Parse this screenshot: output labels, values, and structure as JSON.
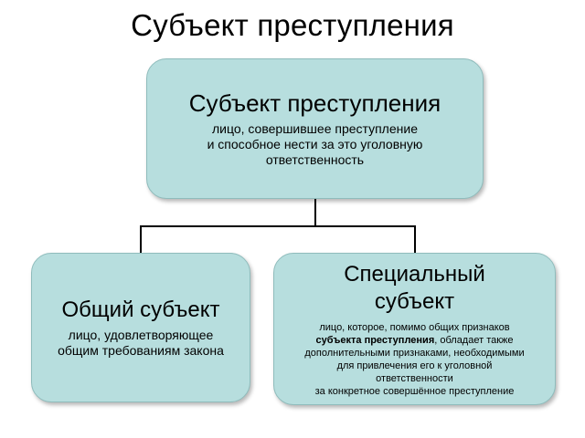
{
  "page": {
    "title": "Субъект преступления"
  },
  "top_node": {
    "title": "Субъект преступления",
    "description": "лицо, совершившее преступление\nи способное нести за это уголовную\nответственность"
  },
  "general_subject": {
    "title": "Общий субъект",
    "description": "лицо, удовлетворяющее\nобщим требованиям закона"
  },
  "special_subject": {
    "title_line1": "Специальный",
    "title_line2": "субъект",
    "desc_line1": "лицо, которое, помимо общих признаков",
    "desc_bold": "субъекта преступления",
    "desc_after_bold": ", обладает также",
    "desc_line3": "дополнительными признаками, необходимыми",
    "desc_line4": "для привлечения его к уголовной",
    "desc_line5": "ответственности",
    "desc_line6": "за конкретное совершённое преступление"
  },
  "colors": {
    "node_fill": "#b7dede",
    "node_border": "#8fbcbc",
    "connector": "#000000"
  }
}
